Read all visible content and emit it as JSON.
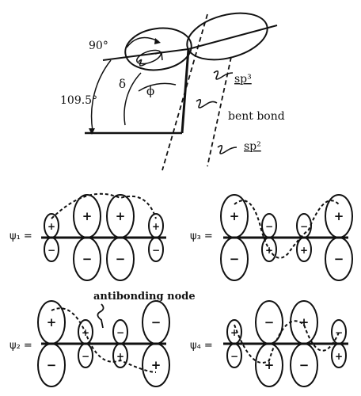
{
  "angle_diagram": {
    "angle_90": "90°",
    "angle_109": "109.5°",
    "delta": "δ",
    "phi": "ϕ",
    "sp3": "sp³",
    "sp2": "sp²",
    "bent_bond": "bent bond"
  },
  "mo_diagrams": {
    "antibonding_node": "antibonding node",
    "psi1": "ψ₁ =",
    "psi2": "ψ₂ =",
    "psi3": "ψ₃ =",
    "psi4": "ψ₄ =",
    "psi1_signs": [
      "+",
      "−",
      "+",
      "−",
      "+",
      "−",
      "+",
      "−"
    ],
    "psi2_signs": [
      "+",
      "−",
      "+",
      "−",
      "−",
      "+",
      "−",
      "+"
    ],
    "psi3_signs": [
      "+",
      "−",
      "−",
      "+",
      "−",
      "+",
      "+",
      "−"
    ],
    "psi4_signs": [
      "+",
      "−",
      "−",
      "+",
      "+",
      "−",
      "−",
      "+"
    ]
  }
}
